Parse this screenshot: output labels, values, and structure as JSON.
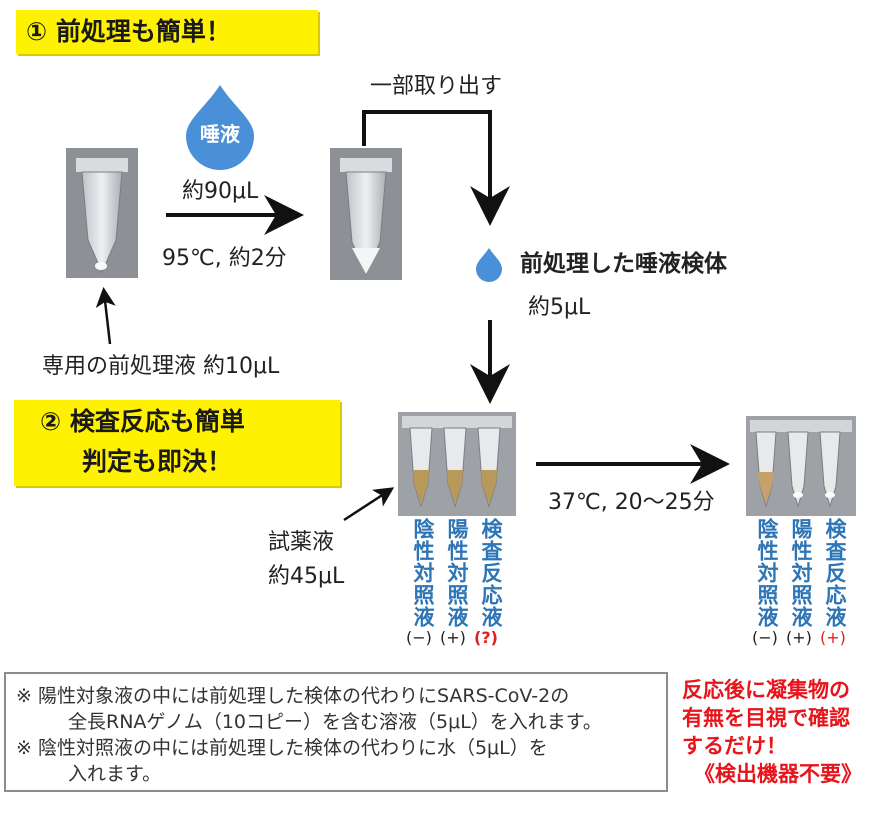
{
  "banner1": "① 前処理も簡単！",
  "banner2": {
    "line1": "② 検査反応も簡単",
    "line2": "判定も即決！"
  },
  "drop_label": "唾液",
  "saliva_volume": "約90μL",
  "heat_condition": "95℃, 約2分",
  "take_portion": "一部取り出す",
  "pretreated_sample": "前処理した唾液検体",
  "sample_volume": "約5μL",
  "pretreat_liquid": "専用の前処理液 約10μL",
  "reagent": {
    "line1": "試薬液",
    "line2": "約45μL"
  },
  "incubation": "37℃, 20〜25分",
  "tubes_before": [
    {
      "label": "陰性対照液",
      "sign": "(−)"
    },
    {
      "label": "陽性対照液",
      "sign": "(+)"
    },
    {
      "label": "検査反応液",
      "sign": "(?)"
    }
  ],
  "tubes_after": [
    {
      "label": "陰性対照液",
      "sign": "(−)"
    },
    {
      "label": "陽性対照液",
      "sign": "(+)"
    },
    {
      "label": "検査反応液",
      "sign": "(+)"
    }
  ],
  "notes": [
    "※ 陽性対象液の中には前処理した検体の代わりにSARS-CoV-2の",
    "全長RNAゲノム（10コピー）を含む溶液（5μL）を入れます。",
    "※ 陰性対照液の中には前処理した検体の代わりに水（5μL）を",
    "入れます。"
  ],
  "result_note": [
    "反応後に凝集物の",
    "有無を目視で確認",
    "するだけ！",
    "《検出機器不要》"
  ],
  "colors": {
    "banner": "#fff200",
    "label_blue": "#2e75b6",
    "drop_blue": "#4a90d9",
    "accent_red": "#e8141b"
  }
}
